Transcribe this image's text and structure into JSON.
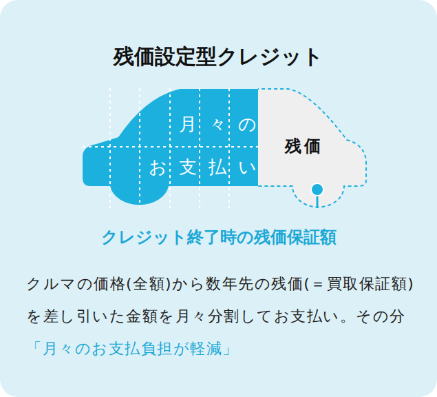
{
  "diagram": {
    "title": "残価設定型クレジット",
    "nodes": [
      {
        "text": [
          "月々の",
          "お支払い"
        ]
      },
      {
        "text": [
          "残価"
        ]
      }
    ],
    "labels": [
      "クレジット終了時の残価保証額",
      "クルマの価格(全額)から数年先の残価(＝買取保証額)を差し引いた金額を月々分割してお支払い。その分",
      "「月々のお支払負担が軽減」"
    ]
  }
}
